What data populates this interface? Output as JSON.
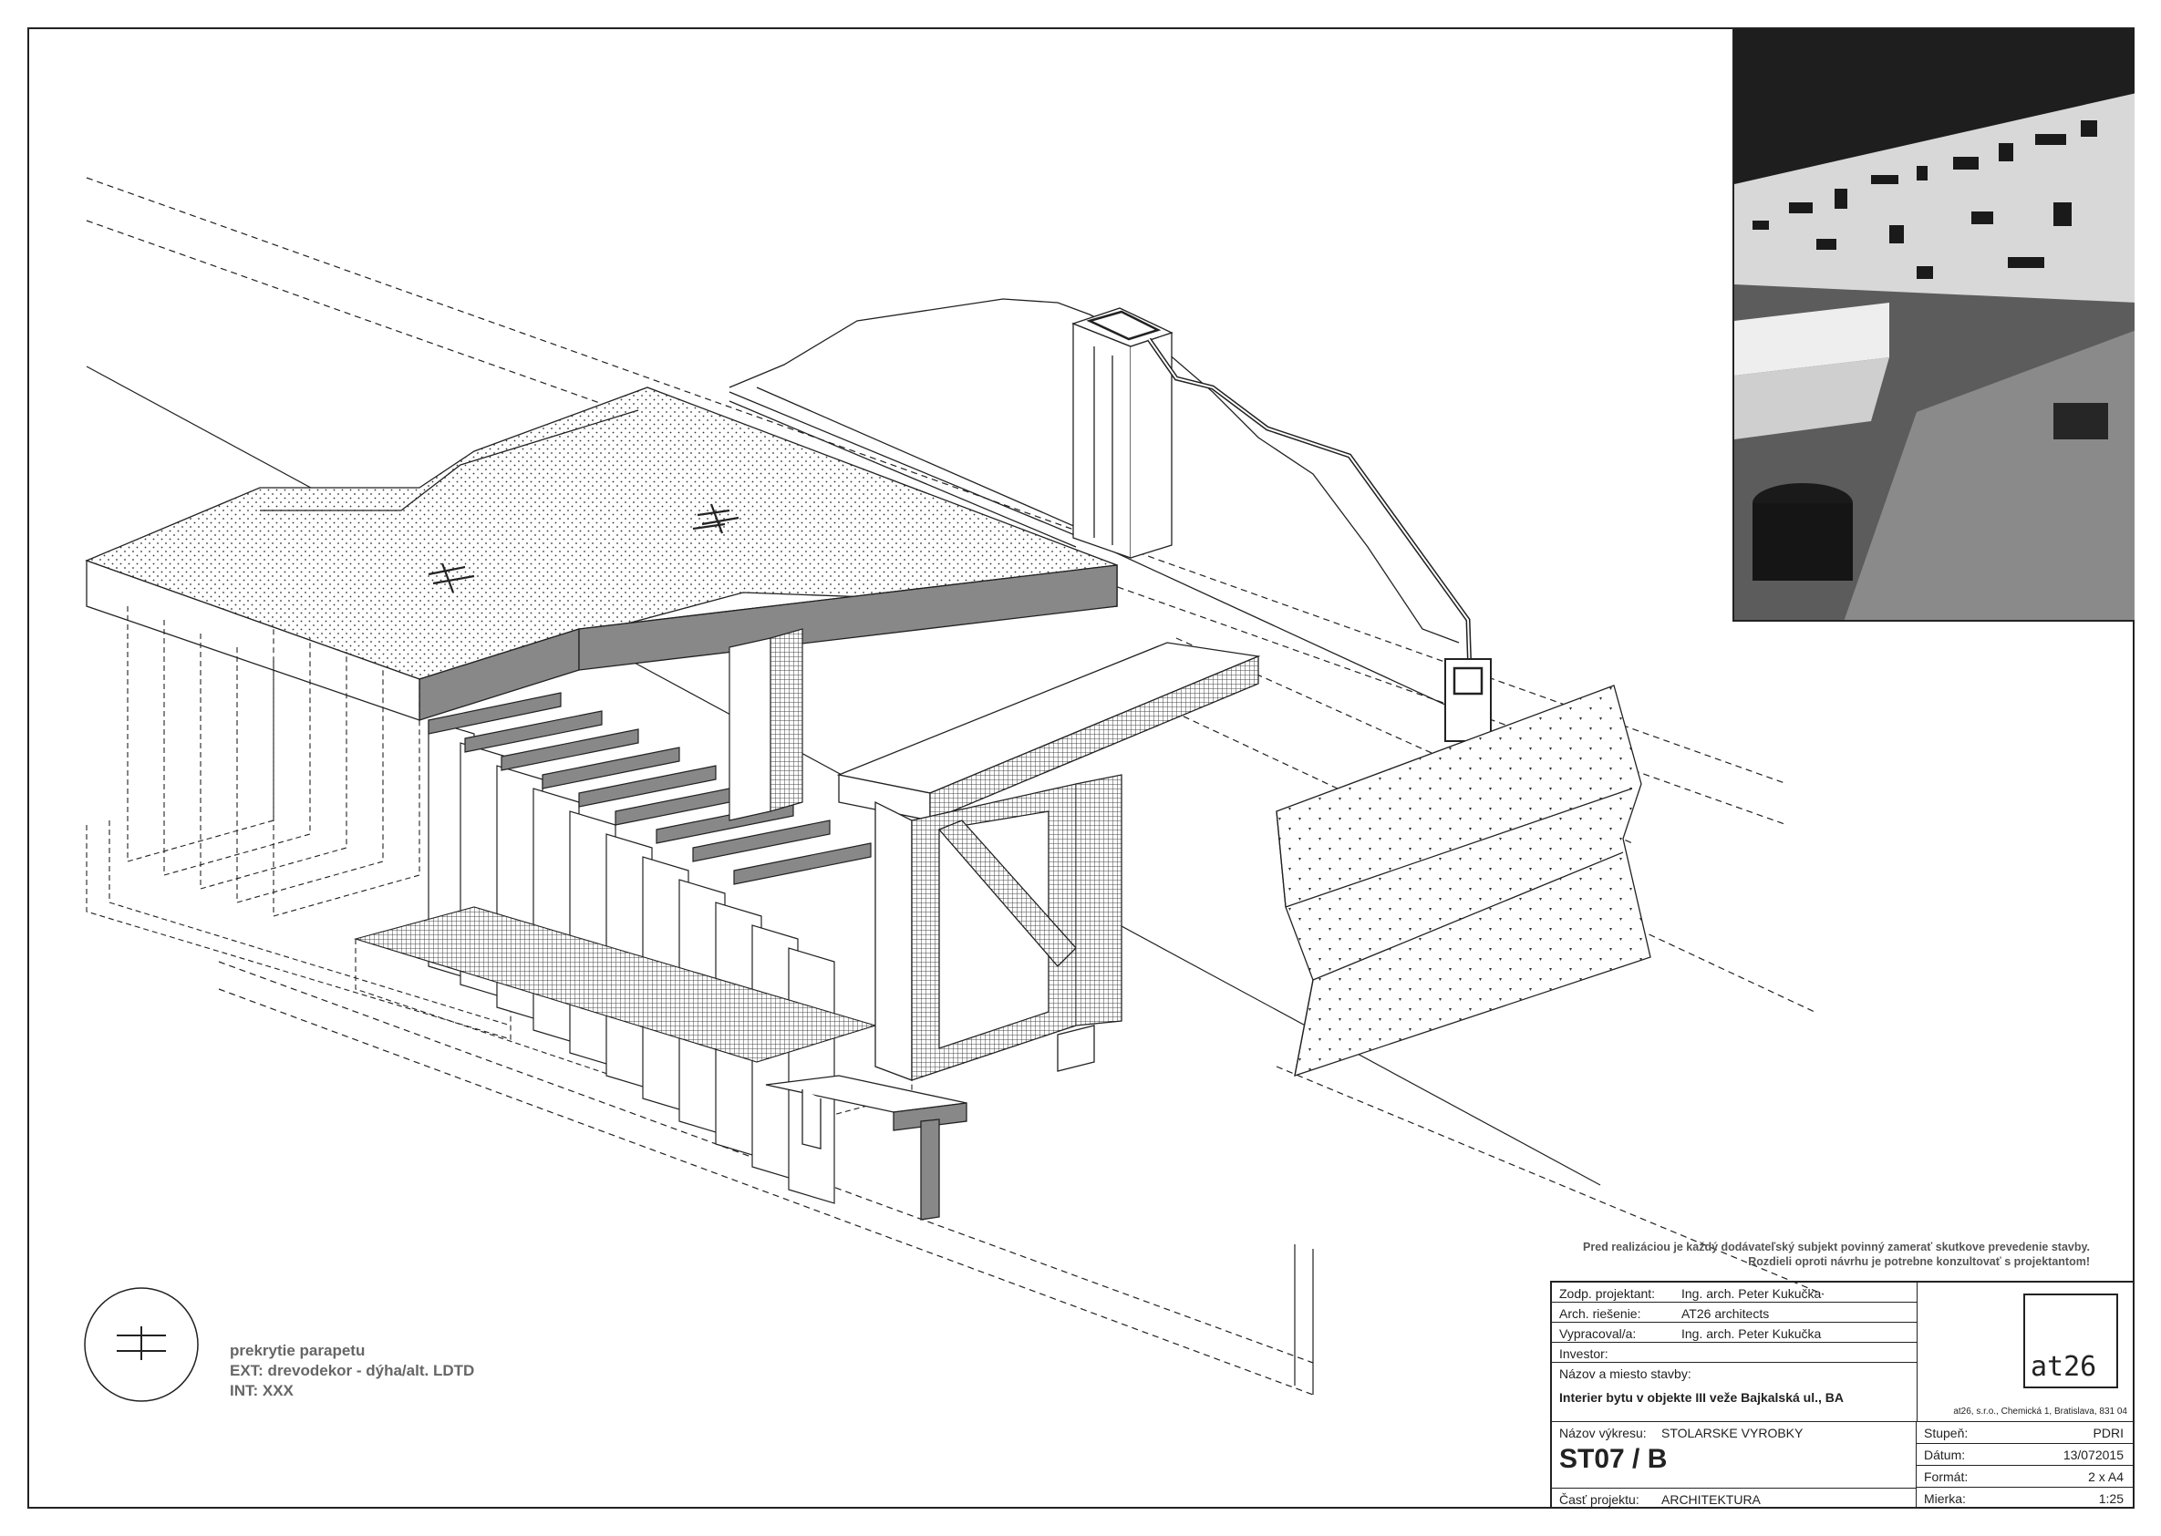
{
  "legend": {
    "symbol_icon": "double-line-section-symbol",
    "title": "prekrytie parapetu",
    "ext": "EXT: drevodekor - dýha/alt. LDTD",
    "int": "INT:  XXX"
  },
  "note": {
    "line1": "Pred realizáciou je každý dodávateľský subjekt povinný zamerať skutkove prevedenie stavby.",
    "line2": "Rozdieli oproti návrhu je potrebne konzultovať s projektantom!"
  },
  "title_block": {
    "rows": [
      {
        "key": "Zodp. projektant:",
        "value": "Ing. arch. Peter Kukučka"
      },
      {
        "key": "Arch. riešenie:",
        "value": "AT26 architects"
      },
      {
        "key": "Vypracoval/a:",
        "value": "Ing. arch. Peter Kukučka"
      },
      {
        "key": "Investor:",
        "value": ""
      }
    ],
    "site_label": "Názov a miesto stavby:",
    "site_value": "Interier bytu v objekte III veže Bajkalská ul., BA",
    "drawing_name_label": "Názov výkresu:",
    "drawing_name_value": "STOLARSKE VYROBKY",
    "drawing_number": "ST07 / B",
    "part_label": "Časť projektu:",
    "part_value": "ARCHITEKTURA",
    "logo_text": "at26",
    "company_address": "at26, s.r.o., Chemická 1, Bratislava, 831 04",
    "meta": [
      {
        "key": "Stupeň:",
        "value": "PDRI"
      },
      {
        "key": "Dátum:",
        "value": "13/072015"
      },
      {
        "key": "Formát:",
        "value": "2 x A4"
      },
      {
        "key": "Mierka:",
        "value": "1:25"
      }
    ]
  }
}
